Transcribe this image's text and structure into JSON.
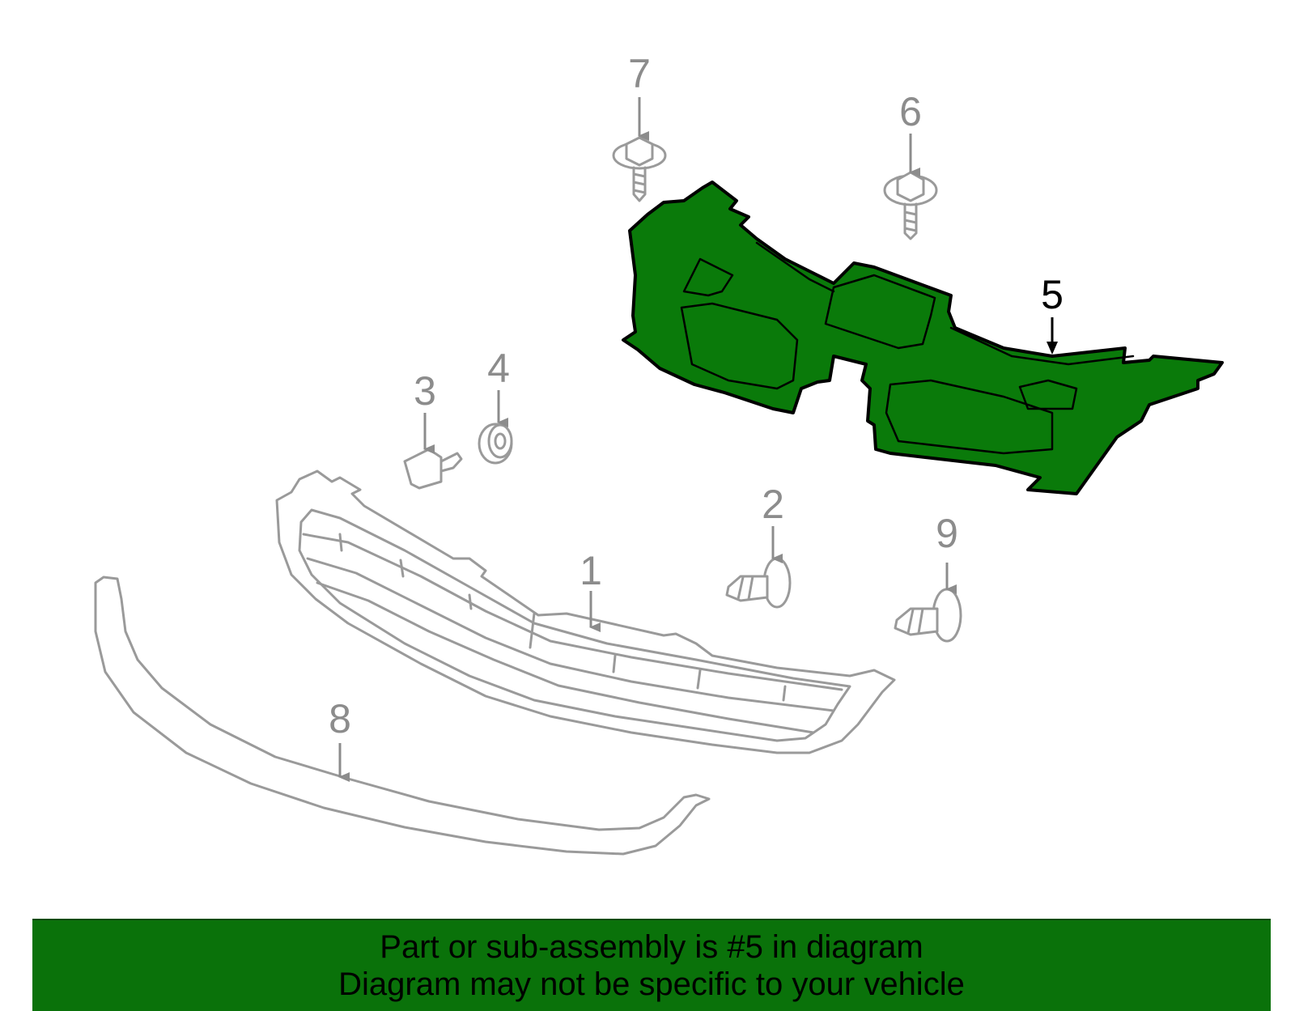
{
  "colors": {
    "highlight_part": "#0a7a0a",
    "banner_background": "#0a720a",
    "other_parts_outline": "#9a9a9a",
    "callout_text": "#8c8c8c",
    "highlight_callout_text": "#000000"
  },
  "callouts": [
    {
      "id": "1",
      "label": "1"
    },
    {
      "id": "2",
      "label": "2"
    },
    {
      "id": "3",
      "label": "3"
    },
    {
      "id": "4",
      "label": "4"
    },
    {
      "id": "5",
      "label": "5"
    },
    {
      "id": "6",
      "label": "6"
    },
    {
      "id": "7",
      "label": "7"
    },
    {
      "id": "8",
      "label": "8"
    },
    {
      "id": "9",
      "label": "9"
    }
  ],
  "highlighted_callout": "5",
  "banner": {
    "line1": "Part or sub-assembly is #5 in diagram",
    "line2": "Diagram may not be specific to your vehicle"
  }
}
